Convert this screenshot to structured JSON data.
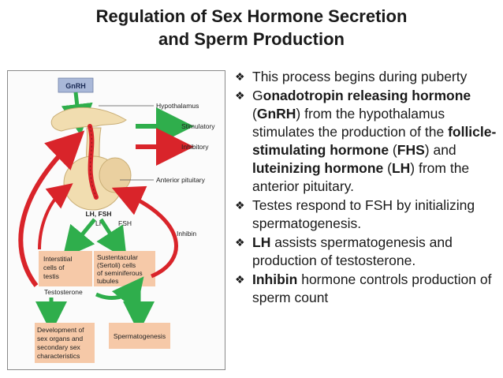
{
  "title": {
    "line1": "Regulation of Sex Hormone Secretion",
    "line2": "and Sperm Production"
  },
  "figure": {
    "gnrh": "GnRH",
    "hypothalamus": "Hypothalamus",
    "stimulatory": "Stimulatory",
    "inhibitory": "Inhibitory",
    "anterior_pituitary": "Anterior pituitary",
    "lh_fsh": "LH, FSH",
    "lh": "LH",
    "fsh": "FSH",
    "inhibin": "Inhibin",
    "interstitial_1": "Interstitial",
    "interstitial_2": "cells of",
    "interstitial_3": "testis",
    "sertoli_1": "Sustentacular",
    "sertoli_2": "(Sertoli) cells",
    "sertoli_3": "of seminiferous",
    "sertoli_4": "tubules",
    "testosterone": "Testosterone",
    "development_1": "Development of",
    "development_2": "sex organs and",
    "development_3": "secondary sex",
    "development_4": "characteristics",
    "spermatogenesis": "Spermatogenesis"
  },
  "colors": {
    "stimulatory": "#2fae4c",
    "inhibitory": "#d9242a",
    "box_fill": "#f6c9a8",
    "gnrh_fill": "#a9b8d8",
    "gland": "#f1ddb0"
  },
  "bullets": [
    {
      "parts": [
        {
          "t": "This process begins during puberty"
        }
      ]
    },
    {
      "parts": [
        {
          "t": "G"
        },
        {
          "t": "onadotropin releasing hormone",
          "b": true
        },
        {
          "t": " ("
        },
        {
          "t": "GnRH",
          "b": true
        },
        {
          "t": ")  from the hypothalamus stimulates the production of the "
        },
        {
          "t": "follicle-stimulating hormone",
          "b": true
        },
        {
          "t": " ("
        },
        {
          "t": "FHS",
          "b": true
        },
        {
          "t": ") and "
        },
        {
          "t": "luteinizing hormone",
          "b": true
        },
        {
          "t": " ("
        },
        {
          "t": "LH",
          "b": true
        },
        {
          "t": ") from the anterior pituitary."
        }
      ]
    },
    {
      "parts": [
        {
          "t": "Testes respond to FSH by initializing spermatogenesis."
        }
      ]
    },
    {
      "parts": [
        {
          "t": "LH",
          "b": true
        },
        {
          "t": " assists spermatogenesis and production of testosterone."
        }
      ]
    },
    {
      "parts": [
        {
          "t": "Inhibin",
          "b": true
        },
        {
          "t": " hormone controls production of sperm count"
        }
      ]
    }
  ]
}
